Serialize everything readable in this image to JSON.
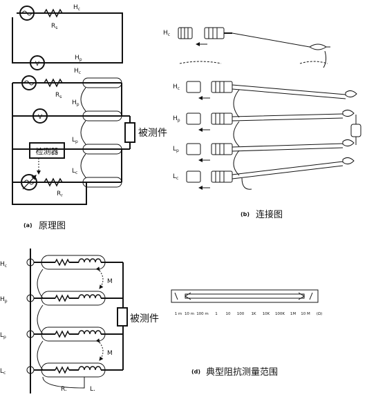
{
  "panel_a": {
    "simple": {
      "hc": "H",
      "hc_sub": "c",
      "rs": "R",
      "rs_sub": "s",
      "hp": "H",
      "hp_sub": "p",
      "voltmeter": "V"
    },
    "four_terminal": {
      "hc": "H",
      "hc_sub": "c",
      "rs": "R",
      "rs_sub": "s",
      "hp": "H",
      "hp_sub": "p",
      "voltmeter": "V",
      "lp": "L",
      "lp_sub": "p",
      "detector": "检测器",
      "lc": "L",
      "lc_sub": "c",
      "rr": "R",
      "rr_sub": "r",
      "dut": "被测件"
    },
    "caption_letter": "(a)",
    "caption": "原理图"
  },
  "panel_b": {
    "top_label": "H",
    "top_sub": "c",
    "rows": [
      {
        "label": "H",
        "sub": "c"
      },
      {
        "label": "H",
        "sub": "p"
      },
      {
        "label": "L",
        "sub": "p"
      },
      {
        "label": "L",
        "sub": "c"
      }
    ],
    "caption_letter": "(b)",
    "caption": "连接图"
  },
  "panel_c": {
    "rows": [
      {
        "label": "H",
        "sub": "c"
      },
      {
        "label": "H",
        "sub": "p"
      },
      {
        "label": "L",
        "sub": "p"
      },
      {
        "label": "L",
        "sub": "c"
      }
    ],
    "mutual": "M",
    "r_label": "R.",
    "l_label": "L.",
    "dut": "被测件"
  },
  "panel_d": {
    "ticks": [
      "1 m",
      "10 m",
      "100 m",
      "1",
      "10",
      "100",
      "1K",
      "10K",
      "100K",
      "1M",
      "10 M",
      "(Ω)"
    ],
    "caption_letter": "(d)",
    "caption": "典型阻抗测量范围"
  }
}
